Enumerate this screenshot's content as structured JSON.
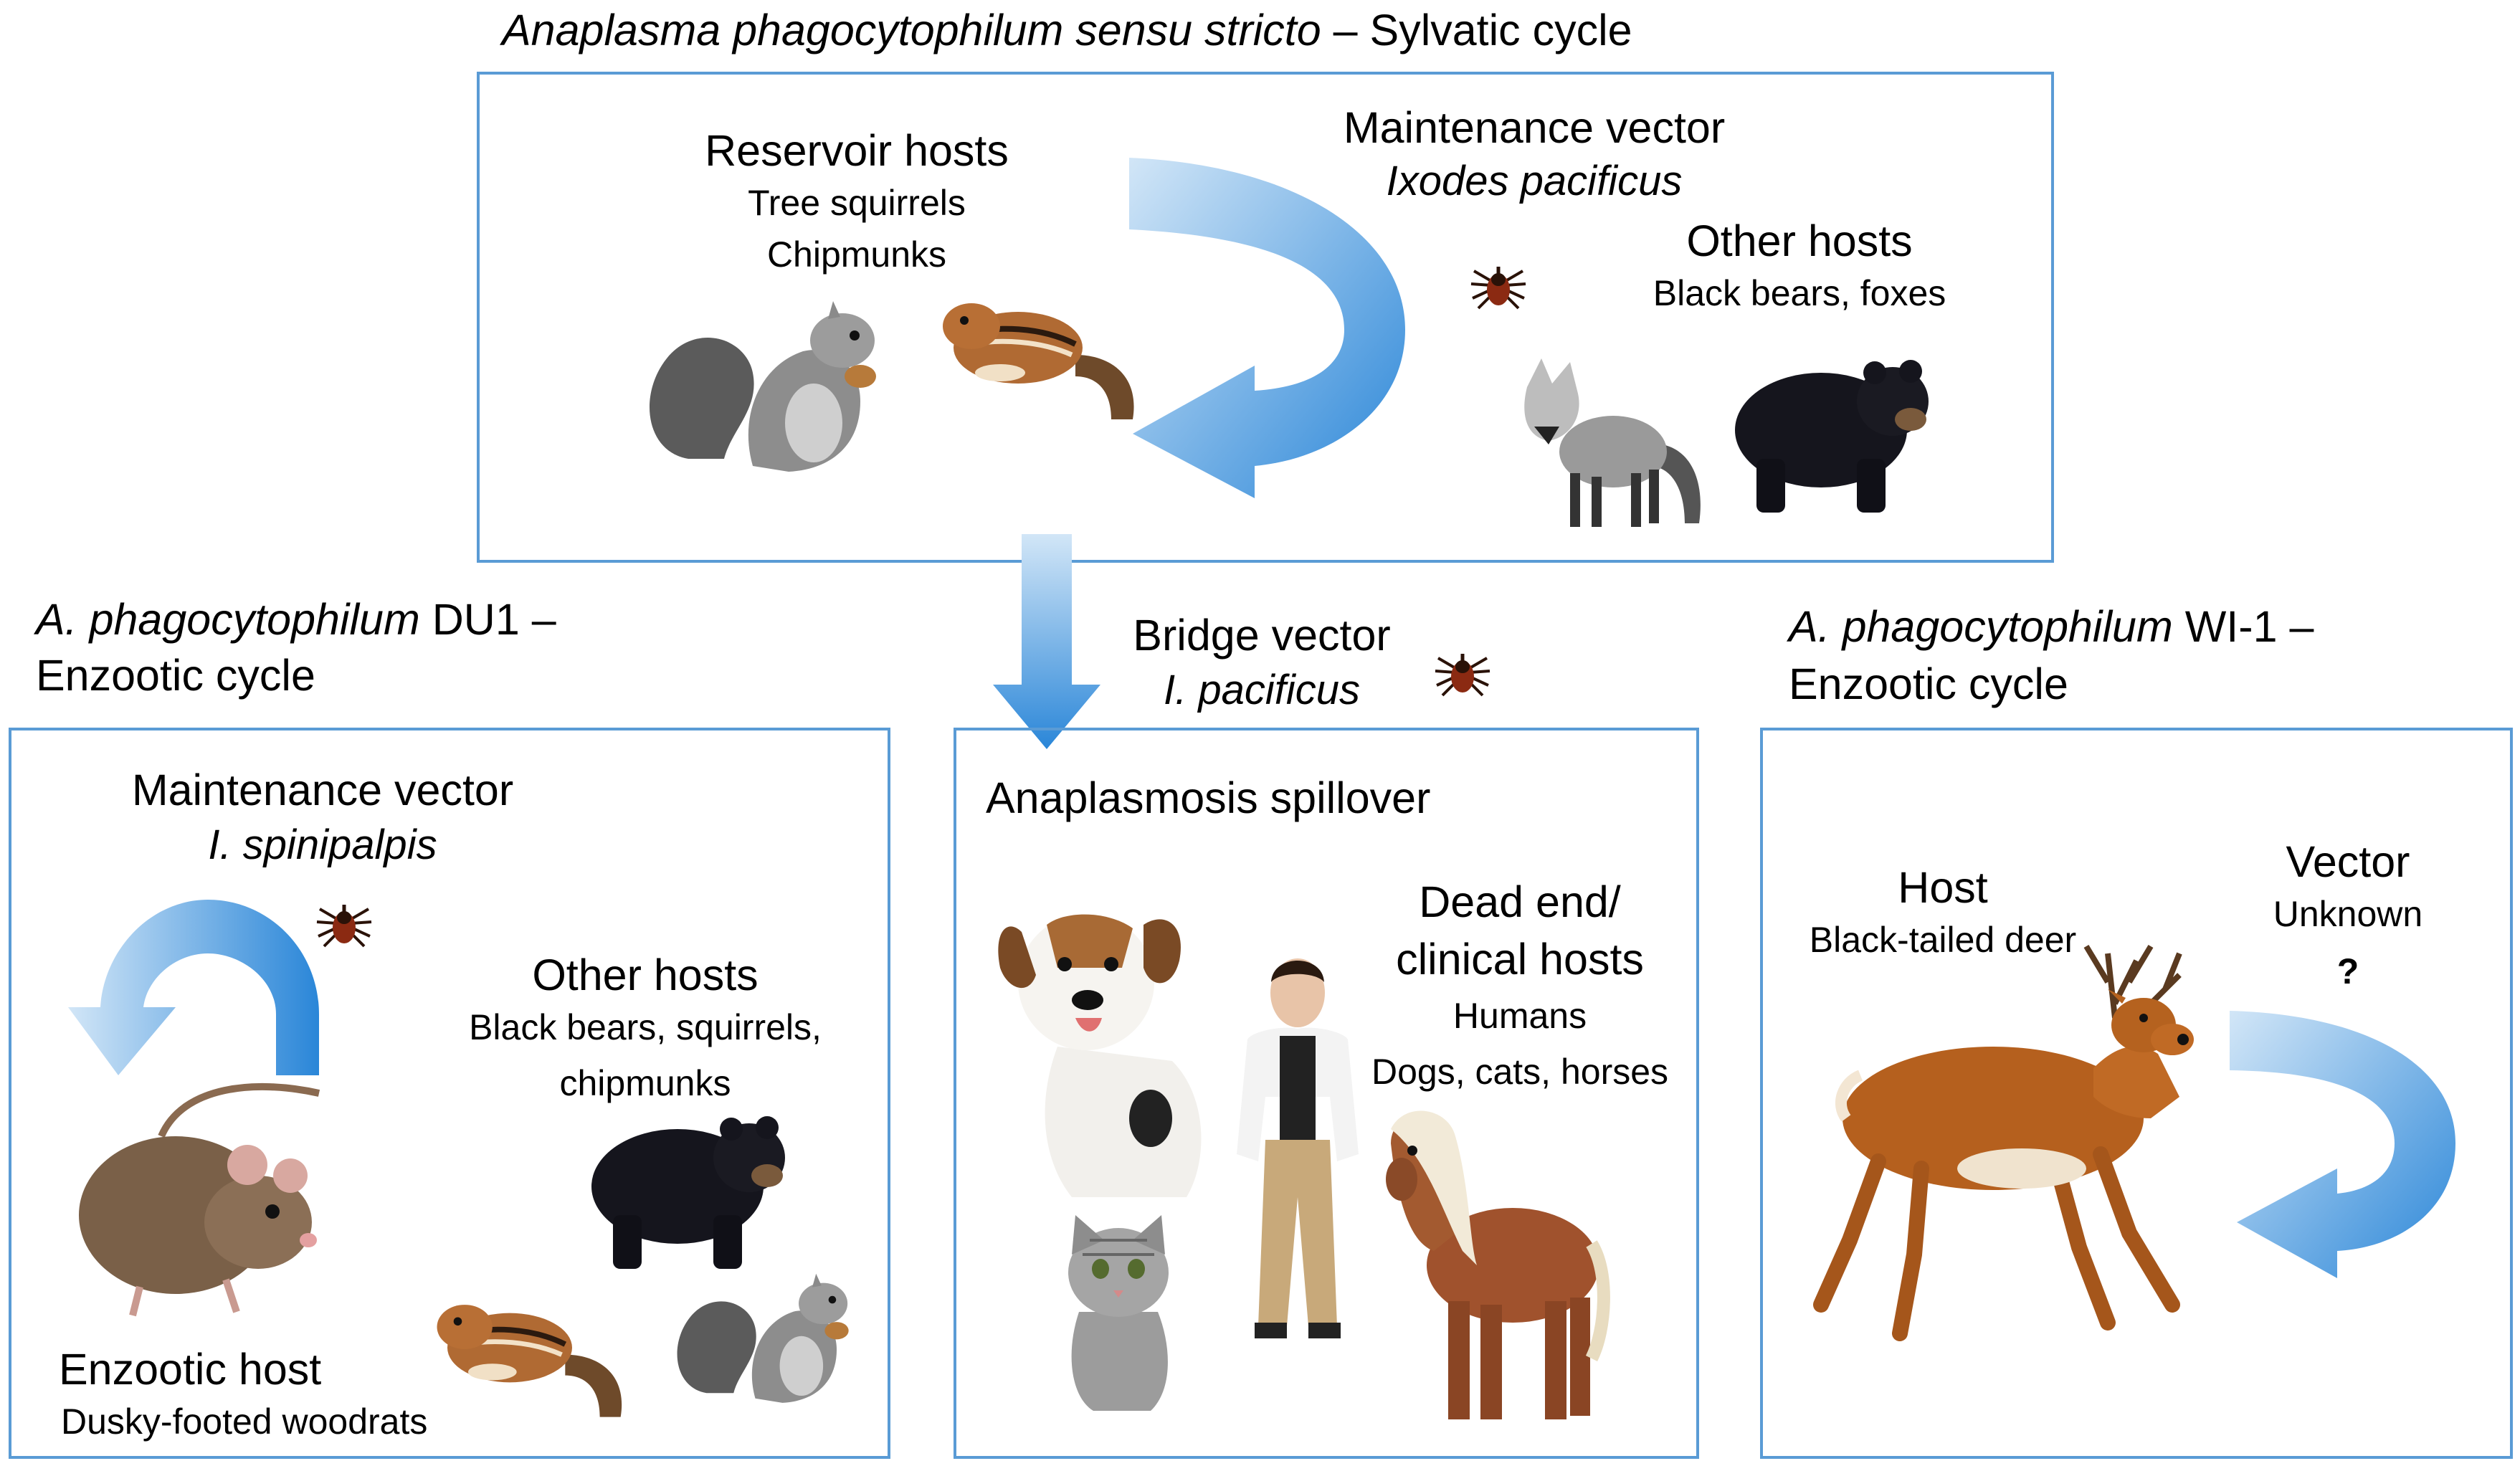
{
  "colors": {
    "box_border": "#5a9bd5",
    "arrow_light": "#bcd9f3",
    "arrow_dark": "#2c86d6",
    "tick_body": "#8b2a12",
    "tick_dark": "#2a1208"
  },
  "sylvatic": {
    "title_italic": "Anaplasma phagocytophilum sensu stricto",
    "title_rest": " – Sylvatic cycle",
    "reservoir_heading": "Reservoir hosts",
    "reservoir_items": [
      "Tree squirrels",
      "Chipmunks"
    ],
    "vector_heading": "Maintenance vector",
    "vector_species": "Ixodes pacificus",
    "other_heading": "Other hosts",
    "other_items": "Black bears, foxes",
    "icons": [
      "squirrel-icon",
      "chipmunk-icon",
      "tick-icon",
      "fox-icon",
      "black-bear-icon",
      "cycle-arrow-icon"
    ]
  },
  "bridge": {
    "heading": "Bridge vector",
    "species": "I. pacificus",
    "icons": [
      "down-arrow-icon",
      "tick-icon"
    ]
  },
  "du1": {
    "title_italic": "A. phagocytophilum",
    "title_rest": " DU1 –",
    "title_line2": "Enzootic cycle",
    "vector_heading": "Maintenance vector",
    "vector_species": "I. spinipalpis",
    "other_heading": "Other hosts",
    "other_line1": "Black bears, squirrels,",
    "other_line2": "chipmunks",
    "host_heading": "Enzootic host",
    "host_species": "Dusky-footed woodrats",
    "icons": [
      "arc-arrow-icon",
      "tick-icon",
      "woodrat-icon",
      "black-bear-icon",
      "chipmunk-icon",
      "squirrel-icon"
    ]
  },
  "spillover": {
    "heading": "Anaplasmosis spillover",
    "dead_end_line1": "Dead end/",
    "dead_end_line2": "clinical hosts",
    "item1": "Humans",
    "item2": "Dogs, cats, horses",
    "icons": [
      "dog-icon",
      "cat-icon",
      "human-icon",
      "horse-icon"
    ]
  },
  "wi1": {
    "title_italic": "A. phagocytophilum",
    "title_rest": " WI-1 –",
    "title_line2": "Enzootic cycle",
    "host_heading": "Host",
    "host_species": "Black-tailed deer",
    "vector_heading": "Vector",
    "vector_status": "Unknown",
    "vector_mark": "?",
    "icons": [
      "deer-icon",
      "cycle-arrow-icon"
    ]
  }
}
